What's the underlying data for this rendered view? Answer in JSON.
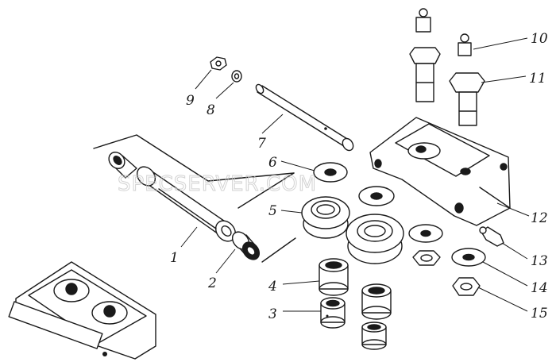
{
  "labels": {
    "p1": "1",
    "p2": "2",
    "p3": "3",
    "p4": "4",
    "p5": "5",
    "p6": "6",
    "p7": "7",
    "p8": "8",
    "p9": "9",
    "p10": "10",
    "p11": "11",
    "p12": "12",
    "p13": "13",
    "p14": "14",
    "p15": "15"
  },
  "watermark": "SPECSERVER.COM"
}
